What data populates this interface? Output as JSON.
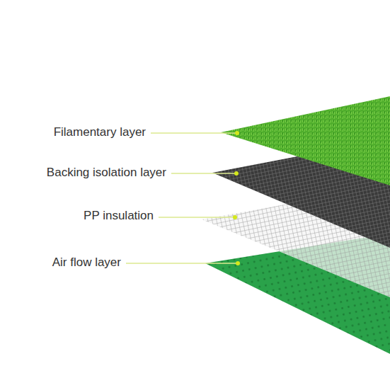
{
  "diagram": {
    "labels": [
      "Filamentary layer",
      "Backing isolation layer",
      "PP insulation",
      "Air flow layer"
    ]
  }
}
